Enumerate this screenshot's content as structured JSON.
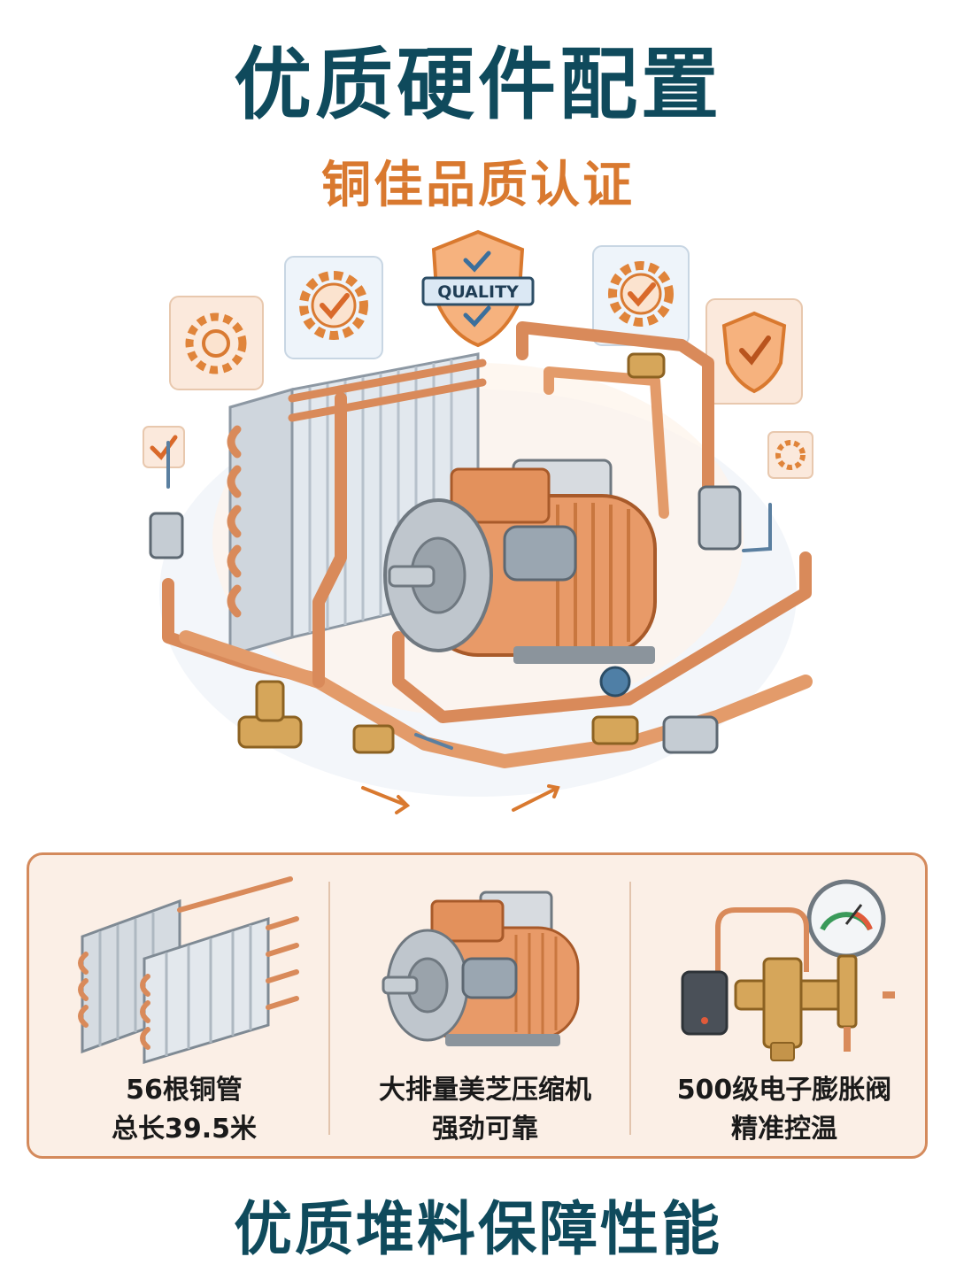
{
  "header": {
    "title": "优质硬件配置",
    "subtitle": "铜佳品质认证"
  },
  "hero": {
    "badge_text": "QUALITY",
    "icons": [
      "gear-check-icon",
      "shield-check-icon",
      "gear-icon",
      "checkbox-icon"
    ]
  },
  "features": [
    {
      "line1": "56根铜管",
      "line2": "总长39.5米",
      "icon": "copper-coil-icon"
    },
    {
      "line1": "大排量美芝压缩机",
      "line2": "强劲可靠",
      "icon": "compressor-icon"
    },
    {
      "line1": "500级电子膨胀阀",
      "line2": "精准控温",
      "icon": "expansion-valve-icon"
    }
  ],
  "footer": {
    "tagline": "优质堆料保障性能"
  },
  "colors": {
    "title": "#0f4a5c",
    "accent": "#d9792f",
    "copper": "#d98a5a",
    "panel_bg": "#fbefe6",
    "panel_border": "#d48a5c"
  }
}
